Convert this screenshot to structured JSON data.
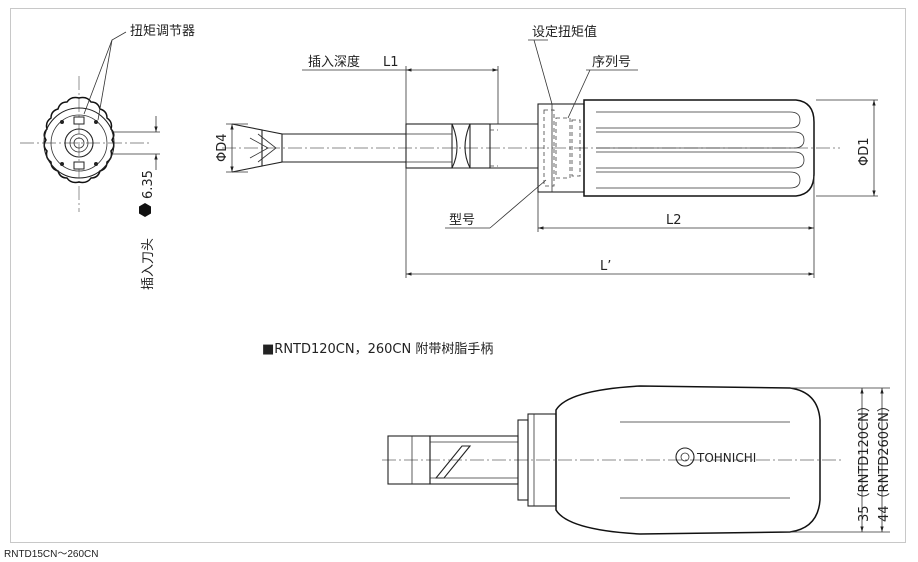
{
  "labels": {
    "torque_adjuster": "扭矩调节器",
    "set_torque_value": "设定扭矩值",
    "insertion_depth": "插入深度",
    "l1": "L1",
    "serial_number": "序列号",
    "model": "型号",
    "phi_d4": "ΦD4",
    "phi_d1": "ΦD1",
    "l2": "L2",
    "l_prime": "L’",
    "hex_size": "6.35",
    "insert_bit": "插入刀头",
    "variant_title": "■RNTD120CN，260CN   附带树脂手柄",
    "dim_120": "35（RNTD120CN）",
    "dim_260": "44（RNTD260CN）",
    "brand": "TOHNICHI"
  },
  "caption": "RNTD15CN～260CN"
}
